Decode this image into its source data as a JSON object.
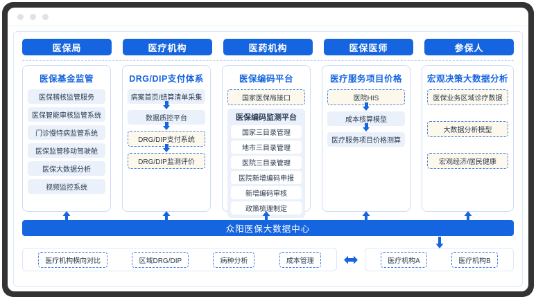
{
  "window": {
    "dots": [
      "close-dot",
      "minimize-dot",
      "maximize-dot"
    ]
  },
  "headers": [
    {
      "label": "医保局"
    },
    {
      "label": "医疗机构"
    },
    {
      "label": "医药机构"
    },
    {
      "label": "医保医师"
    },
    {
      "label": "参保人"
    }
  ],
  "columns": [
    {
      "title": "医保基金监管",
      "items": [
        {
          "label": "医保稽核监管服务",
          "style": "plain"
        },
        {
          "label": "医保智能审核监管系统",
          "style": "plain"
        },
        {
          "label": "门诊慢特病监管系统",
          "style": "plain"
        },
        {
          "label": "医保监管移动驾驶舱",
          "style": "plain"
        },
        {
          "label": "医保大数据分析",
          "style": "plain"
        },
        {
          "label": "视频监控系统",
          "style": "plain"
        }
      ]
    },
    {
      "title": "DRG/DIP支付体系",
      "items": [
        {
          "label": "病案首页/结算清单采集",
          "style": "plain"
        },
        {
          "label": "arrow-down",
          "style": "arrow"
        },
        {
          "label": "数据质控平台",
          "style": "plain"
        },
        {
          "label": "arrow-down",
          "style": "arrow"
        },
        {
          "label": "DRG/DIP支付系统",
          "style": "dashed"
        },
        {
          "label": "arrow-down",
          "style": "arrow"
        },
        {
          "label": "DRG/DIP监测评价",
          "style": "dashed"
        }
      ]
    },
    {
      "title": "医保编码平台",
      "items": [
        {
          "label": "国家医保局接口",
          "style": "dashed"
        }
      ],
      "subpanel": {
        "title": "医保编码监测平台",
        "items": [
          {
            "label": "国家三目录管理"
          },
          {
            "label": "地市三目录管理"
          },
          {
            "label": "医院三目录管理"
          },
          {
            "label": "医院新增编码申报"
          },
          {
            "label": "新增编码审核"
          },
          {
            "label": "政策梳理制定"
          }
        ]
      }
    },
    {
      "title": "医疗服务项目价格",
      "items": [
        {
          "label": "医院HIS",
          "style": "dashed"
        },
        {
          "label": "arrow-down",
          "style": "arrow"
        },
        {
          "label": "成本核算模型",
          "style": "plain"
        },
        {
          "label": "arrow-down",
          "style": "arrow"
        },
        {
          "label": "医疗服务项目价格测算",
          "style": "plain"
        }
      ]
    },
    {
      "title": "宏观决策大数据分析",
      "items": [
        {
          "label": "医保业务区域诊疗数据",
          "style": "dashed"
        },
        {
          "label": "spacer",
          "style": "spacer"
        },
        {
          "label": "大数据分析模型",
          "style": "dashed"
        },
        {
          "label": "spacer",
          "style": "spacer"
        },
        {
          "label": "宏观经济/居民健康",
          "style": "dashed"
        }
      ]
    }
  ],
  "banner": {
    "label": "众阳医保大数据中心"
  },
  "bottom": {
    "left_chips": [
      {
        "label": "医疗机构横向对比"
      },
      {
        "label": "区域DRG/DIP"
      },
      {
        "label": "病种分析"
      },
      {
        "label": "成本管理"
      }
    ],
    "right_chips": [
      {
        "label": "医疗机构A"
      },
      {
        "label": "医疗机构B"
      }
    ]
  },
  "colors": {
    "primary_blue": "#1565e0",
    "light_blue_bg": "#eaf1fb",
    "cream_bg": "#fdf8ec",
    "border_blue": "#cddcf5",
    "frame_dark": "#333333"
  }
}
